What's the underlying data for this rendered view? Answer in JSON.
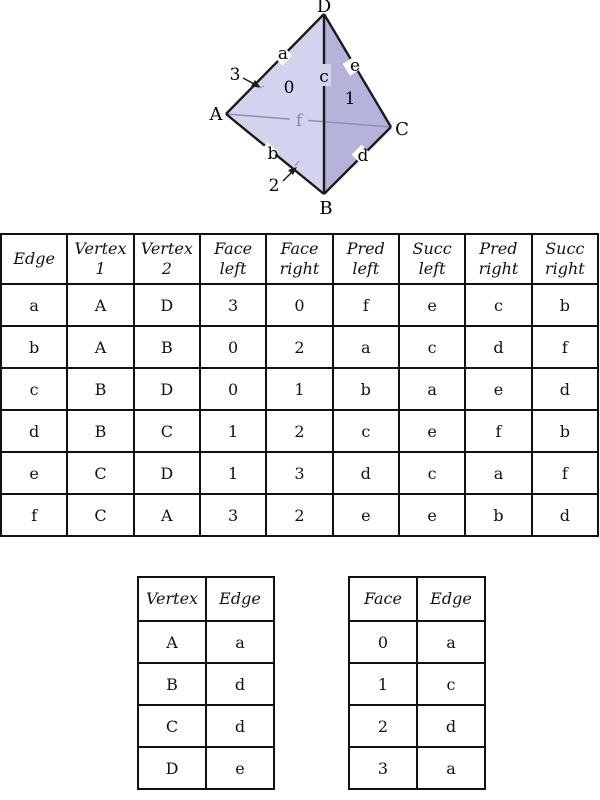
{
  "diagram": {
    "vertices": {
      "A": "A",
      "B": "B",
      "C": "C",
      "D": "D"
    },
    "edges": {
      "a": "a",
      "b": "b",
      "c": "c",
      "d": "d",
      "e": "e",
      "f": "f"
    },
    "faces": {
      "0": "0",
      "1": "1",
      "2": "2",
      "3": "3"
    },
    "colors": {
      "front_face": "#d4d3ee",
      "right_face": "#b5b3da",
      "stroke": "#1a1a1a",
      "hidden_edge": "#8e8cb8"
    }
  },
  "edge_table": {
    "headers": [
      [
        "Edge",
        ""
      ],
      [
        "Vertex",
        "1"
      ],
      [
        "Vertex",
        "2"
      ],
      [
        "Face",
        "left"
      ],
      [
        "Face",
        "right"
      ],
      [
        "Pred",
        "left"
      ],
      [
        "Succ",
        "left"
      ],
      [
        "Pred",
        "right"
      ],
      [
        "Succ",
        "right"
      ]
    ],
    "rows": [
      [
        "a",
        "A",
        "D",
        "3",
        "0",
        "f",
        "e",
        "c",
        "b"
      ],
      [
        "b",
        "A",
        "B",
        "0",
        "2",
        "a",
        "c",
        "d",
        "f"
      ],
      [
        "c",
        "B",
        "D",
        "0",
        "1",
        "b",
        "a",
        "e",
        "d"
      ],
      [
        "d",
        "B",
        "C",
        "1",
        "2",
        "c",
        "e",
        "f",
        "b"
      ],
      [
        "e",
        "C",
        "D",
        "1",
        "3",
        "d",
        "c",
        "a",
        "f"
      ],
      [
        "f",
        "C",
        "A",
        "3",
        "2",
        "e",
        "e",
        "b",
        "d"
      ]
    ]
  },
  "vertex_table": {
    "headers": [
      "Vertex",
      "Edge"
    ],
    "rows": [
      [
        "A",
        "a"
      ],
      [
        "B",
        "d"
      ],
      [
        "C",
        "d"
      ],
      [
        "D",
        "e"
      ]
    ]
  },
  "face_table": {
    "headers": [
      "Face",
      "Edge"
    ],
    "rows": [
      [
        "0",
        "a"
      ],
      [
        "1",
        "c"
      ],
      [
        "2",
        "d"
      ],
      [
        "3",
        "a"
      ]
    ]
  }
}
